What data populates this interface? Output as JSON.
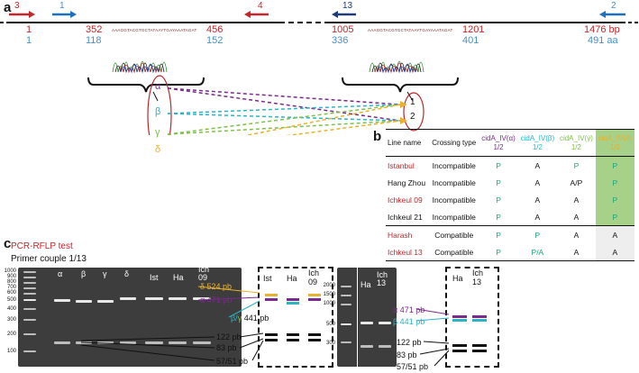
{
  "panel_a": {
    "letter": "a",
    "primers": {
      "p3": "3",
      "p1": "1",
      "p4": "4",
      "p13": "13",
      "p2": "2"
    },
    "left_segment": {
      "nt_start": "1",
      "nt_352": "352",
      "nt_456": "456",
      "aa_start": "1",
      "aa_118": "118",
      "aa_152": "152"
    },
    "right_segment": {
      "nt_1005": "1005",
      "nt_1201": "1201",
      "nt_end": "1476 bp",
      "aa_336": "336",
      "aa_401": "401",
      "aa_end": "491 aa"
    },
    "sequence_left": "AAAGGTACGTGCTATAAYTGAYAAATAGAT",
    "sequence_right": "AAAGGTACGTGCTATAAYTGAYAAATAGAT",
    "variants": [
      "α",
      "β",
      "γ",
      "δ"
    ],
    "targets": [
      "1",
      "2"
    ],
    "colors": {
      "alpha": "#7a2a8c",
      "beta": "#2bb3c6",
      "gamma": "#7cc04a",
      "delta": "#e8b12e",
      "red": "#c0262a",
      "blue": "#4a8fc4"
    }
  },
  "panel_b": {
    "letter": "b",
    "headers": {
      "line_name": "Line name",
      "crossing_type": "Crossing type",
      "alpha": "cidA_IV(α)",
      "alpha_sub": "1/2",
      "beta": "cidA_IV(β)",
      "beta_sub": "1/2",
      "gamma": "cidA_IV(γ)",
      "gamma_sub": "1/2",
      "delta": "cidA_IV(δ)",
      "delta_sub": "1/2"
    },
    "rows": [
      {
        "name": "Istanbul",
        "type": "Incompatible",
        "a": "P",
        "b": "A",
        "g": "P",
        "d": "P"
      },
      {
        "name": "Hang Zhou",
        "type": "Incompatible",
        "a": "P",
        "b": "A",
        "g": "A/P",
        "d": "P"
      },
      {
        "name": "Ichkeul 09",
        "type": "Incompatible",
        "a": "P",
        "b": "A",
        "g": "A",
        "d": "P"
      },
      {
        "name": "Ichkeul 21",
        "type": "Incompatible",
        "a": "P",
        "b": "A",
        "g": "A",
        "d": "P"
      },
      {
        "name": "Harash",
        "type": "Compatible",
        "a": "P",
        "b": "P",
        "g": "A",
        "d": "A"
      },
      {
        "name": "Ichkeul 13",
        "type": "Compatible",
        "a": "P",
        "b": "P/A",
        "g": "A",
        "d": "A"
      }
    ]
  },
  "panel_c": {
    "letter": "c",
    "title": "PCR-RFLP test",
    "subtitle": "Primer couple 1/13",
    "ladder": [
      "1000",
      "900",
      "800",
      "700",
      "600",
      "500",
      "400",
      "300",
      "200",
      "100"
    ],
    "ladder_right": [
      "2000",
      "1500",
      "1000",
      "500",
      "300"
    ],
    "gel1_lanes": [
      "α",
      "β",
      "γ",
      "δ",
      "Ist",
      "Ha",
      "Ich 09"
    ],
    "gel2_lanes": [
      "Ha",
      "Ich 13"
    ],
    "scheme1_lanes": [
      "Ist",
      "Ha",
      "Ich 09"
    ],
    "scheme2_lanes": [
      "Ha",
      "Ich 13"
    ],
    "bands1": {
      "delta": "δ 524 pb",
      "alpha": "α 471 pb",
      "bg": "β/γ 441 pb",
      "b122": "122 pb",
      "b83": "83 pb",
      "b57": "57/51 pb"
    },
    "bands2": {
      "alpha": "α 471 pb",
      "beta": "β 441 pb",
      "b122": "122 pb",
      "b83": "83 pb",
      "b57": "57/51 pb"
    }
  }
}
